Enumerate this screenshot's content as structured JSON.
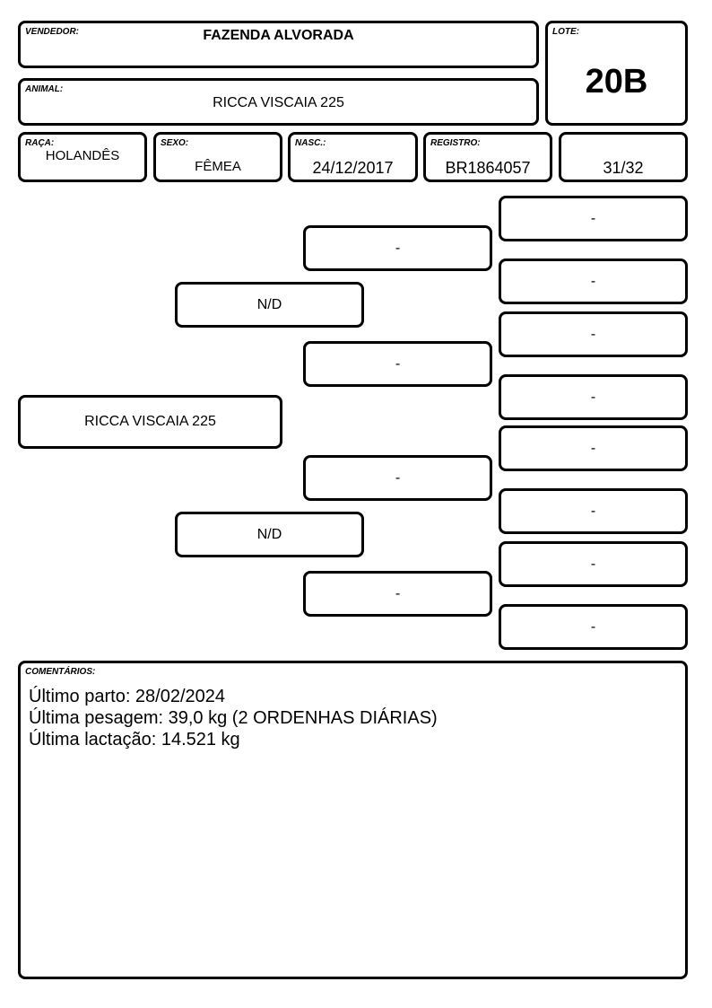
{
  "header": {
    "seller_label": "VENDEDOR:",
    "seller_value": "FAZENDA ALVORADA",
    "lot_label": "LOTE:",
    "lot_value": "20B",
    "animal_label": "ANIMAL:",
    "animal_value": "RICCA VISCAIA 225"
  },
  "details": {
    "breed_label": "RAÇA:",
    "breed_value": "HOLANDÊS",
    "sex_label": "SEXO:",
    "sex_value": "FÊMEA",
    "birth_label": "NASC.:",
    "birth_value": "24/12/2017",
    "registry_label": "REGISTRO:",
    "registry_value": "BR1864057",
    "blood_value": "31/32"
  },
  "pedigree": {
    "animal": "RICCA VISCAIA 225",
    "sire": "N/D",
    "dam": "N/D",
    "grandparents": [
      "-",
      "-",
      "-",
      "-"
    ],
    "great_grandparents": [
      "-",
      "-",
      "-",
      "-",
      "-",
      "-",
      "-",
      "-"
    ]
  },
  "comments": {
    "label": "COMENTÁRIOS:",
    "lines": [
      "Último parto: 28/02/2024",
      "Última pesagem: 39,0 kg (2 ORDENHAS DIÁRIAS)",
      "Última lactação: 14.521 kg"
    ]
  }
}
